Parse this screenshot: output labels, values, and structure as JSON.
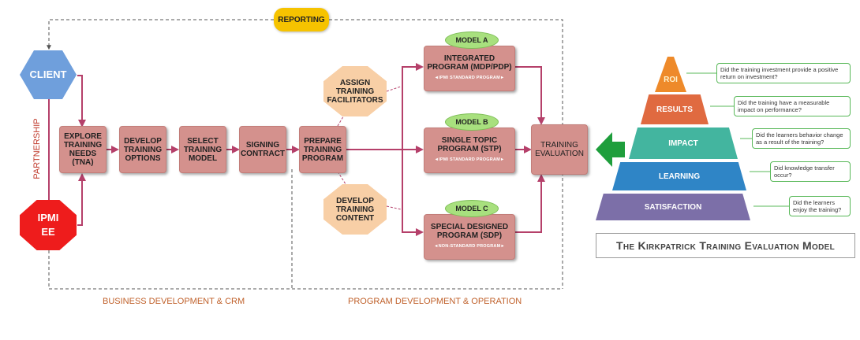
{
  "reporting": "REPORTING",
  "client": "CLIENT",
  "partnership": "PARTNERSHIP",
  "ipmi_line1": "IPMI",
  "ipmi_line2": "EE",
  "steps": {
    "explore": [
      "EXPLORE",
      "TRAINING",
      "NEEDS",
      "(TNA)"
    ],
    "develop_options": [
      "DEVELOP",
      "TRAINING",
      "OPTIONS"
    ],
    "select_model": [
      "SELECT",
      "TRAINING",
      "MODEL"
    ],
    "signing": [
      "SIGNING",
      "CONTRACT"
    ],
    "prepare": [
      "PREPARE",
      "TRAINING",
      "PROGRAM"
    ],
    "evaluation": [
      "TRAINING",
      "EVALUATION"
    ]
  },
  "assign": [
    "ASSIGN",
    "TRAINING",
    "FACILITATORS"
  ],
  "develop_content": [
    "DEVELOP",
    "TRAINING",
    "CONTENT"
  ],
  "models": {
    "a": {
      "tag": "MODEL A",
      "title": [
        "INTEGRATED",
        "PROGRAM (MDP/PDP)"
      ],
      "sub": "◄IPMI STANDARD PROGRAM►"
    },
    "b": {
      "tag": "MODEL B",
      "title": [
        "SINGLE TOPIC",
        "PROGRAM (STP)"
      ],
      "sub": "◄IPMI STANDARD PROGRAM►"
    },
    "c": {
      "tag": "MODEL C",
      "title": [
        "SPECIAL DESIGNED",
        "PROGRAM (SDP)"
      ],
      "sub": "◄NON-STANDARD PROGRAM►"
    }
  },
  "captions": {
    "business": "BUSINESS DEVELOPMENT & CRM",
    "program": "PROGRAM DEVELOPMENT & OPERATION"
  },
  "pyramid": {
    "tiers": [
      {
        "label": "ROI",
        "color": "#ee8a2a",
        "question": "Did the training investment provide a positive return on investment?"
      },
      {
        "label": "RESULTS",
        "color": "#e06a40",
        "question": "Did the training have a measurable impact on performance?"
      },
      {
        "label": "IMPACT",
        "color": "#43b59f",
        "question": "Did the learners behavior change as a result of the training?"
      },
      {
        "label": "LEARNING",
        "color": "#2f85c6",
        "question": "Did knowledge transfer occur?"
      },
      {
        "label": "SATISFACTION",
        "color": "#7c6fa8",
        "question": "Did the learners enjoy the training?"
      }
    ],
    "title": "The Kirkpatrick Training Evaluation Model"
  },
  "colors": {
    "box": "#d4918d",
    "arrow": "#b5406a",
    "client": "#6f9fdc",
    "ipmi": "#ee1c1c",
    "octagon": "#f8cfa6",
    "model_tag": "#a8e07e",
    "green_arrow": "#1e9e3c"
  }
}
